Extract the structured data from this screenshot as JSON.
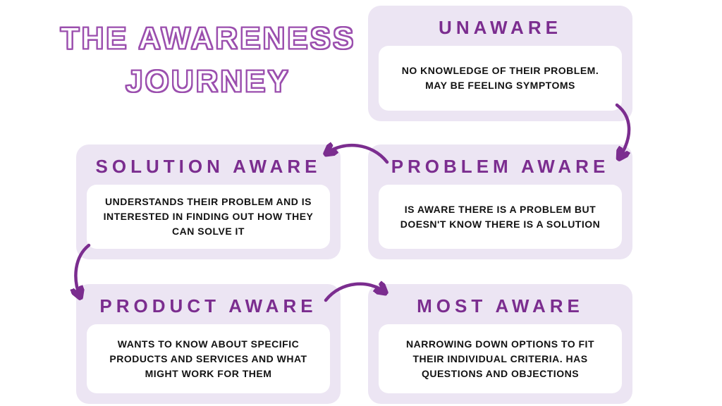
{
  "title": {
    "line1": "THE AWARENESS",
    "line2": "JOURNEY"
  },
  "colors": {
    "page_background": "#ffffff",
    "title_outline": "#9b4fae",
    "card_background": "#ece5f3",
    "card_inner_background": "#ffffff",
    "heading_text": "#7b2d8f",
    "body_text": "#121212",
    "arrow": "#7b2d8f"
  },
  "stages": [
    {
      "id": "unaware",
      "label": "UNAWARE",
      "description": "NO KNOWLEDGE OF THEIR PROBLEM. MAY BE FEELING SYMPTOMS"
    },
    {
      "id": "problem-aware",
      "label": "PROBLEM AWARE",
      "description": "IS AWARE THERE IS A PROBLEM BUT DOESN'T KNOW THERE IS A SOLUTION"
    },
    {
      "id": "solution-aware",
      "label": "SOLUTION AWARE",
      "description": "UNDERSTANDS THEIR PROBLEM AND IS INTERESTED IN FINDING OUT HOW THEY CAN SOLVE IT"
    },
    {
      "id": "product-aware",
      "label": "PRODUCT AWARE",
      "description": "WANTS TO KNOW ABOUT SPECIFIC PRODUCTS AND SERVICES AND WHAT MIGHT WORK FOR THEM"
    },
    {
      "id": "most-aware",
      "label": "MOST AWARE",
      "description": "NARROWING DOWN OPTIONS TO FIT THEIR INDIVIDUAL CRITERIA. HAS QUESTIONS AND OBJECTIONS"
    }
  ],
  "flow": [
    "unaware -> problem-aware",
    "problem-aware -> solution-aware",
    "solution-aware -> product-aware",
    "product-aware -> most-aware"
  ]
}
